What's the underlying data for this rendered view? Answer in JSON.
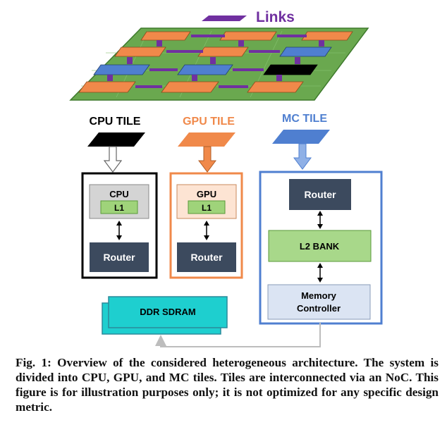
{
  "legend": {
    "links_label": "Links"
  },
  "tiles": {
    "cpu": {
      "title": "CPU TILE",
      "core_label": "CPU",
      "cache_label": "L1",
      "router_label": "Router"
    },
    "gpu": {
      "title": "GPU TILE",
      "core_label": "GPU",
      "cache_label": "L1",
      "router_label": "Router"
    },
    "mc": {
      "title": "MC TILE",
      "router_label": "Router",
      "l2_label": "L2 BANK",
      "memctrl_line1": "Memory",
      "memctrl_line2": "Controller"
    }
  },
  "dram": {
    "label": "DDR SDRAM"
  },
  "caption": {
    "text": "Fig. 1: Overview of the considered heterogeneous architecture. The system is divided into CPU, GPU, and MC tiles. Tiles are interconnected via an NoC. This figure is for illustration purposes only; it is not optimized for any specific design metric."
  },
  "colors": {
    "board": "#6aa84f",
    "cpu": "#000000",
    "gpu": "#f0894a",
    "mc": "#4f7fd0",
    "link": "#7030a0",
    "router": "#3c4a5e",
    "l1": "#9fd37a",
    "l2": "#a8d88a",
    "memctrl": "#dbe4f3",
    "dram": "#1ecfcf"
  }
}
